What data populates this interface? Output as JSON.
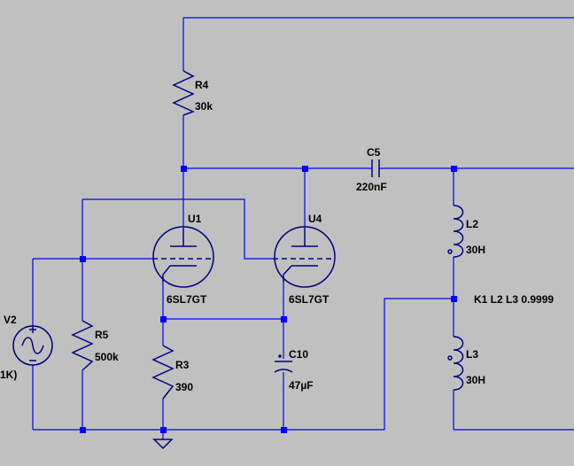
{
  "colors": {
    "background": "#c0c0c0",
    "wire": "#0000ff",
    "component": "#000080",
    "text": "#000000"
  },
  "components": {
    "r4": {
      "name": "R4",
      "value": "30k"
    },
    "c5": {
      "name": "C5",
      "value": "220nF"
    },
    "u1": {
      "name": "U1",
      "value": "6SL7GT"
    },
    "u4": {
      "name": "U4",
      "value": "6SL7GT"
    },
    "l2": {
      "name": "L2",
      "value": "30H"
    },
    "l3": {
      "name": "L3",
      "value": "30H"
    },
    "coupling": {
      "text": "K1 L2 L3 0.9999"
    },
    "v2": {
      "name": "V2",
      "value": "1K)"
    },
    "r5": {
      "name": "R5",
      "value": "500k"
    },
    "r3": {
      "name": "R3",
      "value": "390"
    },
    "c10": {
      "name": "C10",
      "value": "47µF"
    }
  }
}
